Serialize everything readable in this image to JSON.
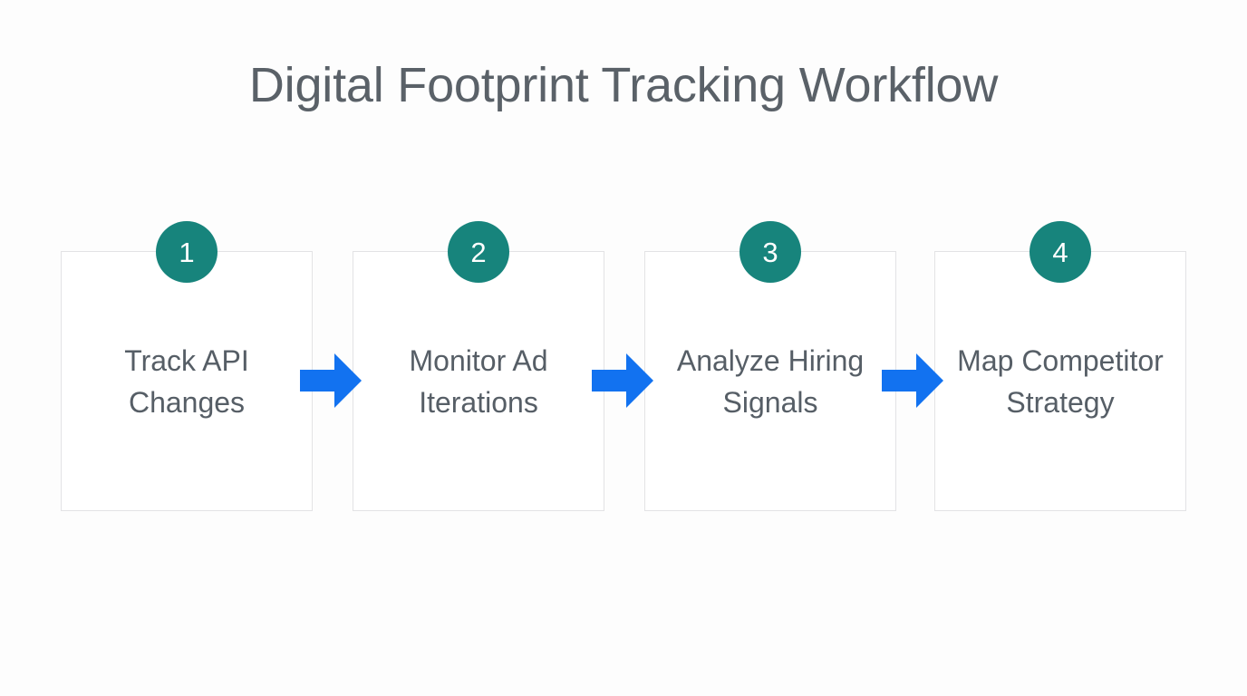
{
  "document": {
    "title": "Digital Footprint Tracking Workflow",
    "background_color": "#fdfdfd",
    "title_color": "#5a6168"
  },
  "theme": {
    "badge_color": "#17847c",
    "badge_text_color": "#ffffff",
    "arrow_color": "#1272f0",
    "card_border_color": "#e3e3e5",
    "card_background": "#ffffff",
    "label_color": "#565e66"
  },
  "workflow": {
    "type": "linear-process-flow",
    "step_count": 4,
    "steps": [
      {
        "number": "1",
        "label": "Track API Changes"
      },
      {
        "number": "2",
        "label": "Monitor Ad Iterations"
      },
      {
        "number": "3",
        "label": "Analyze Hiring Signals"
      },
      {
        "number": "4",
        "label": "Map Competitor Strategy"
      }
    ],
    "connectors": [
      {
        "from": "1",
        "to": "2",
        "icon": "arrow-right-icon"
      },
      {
        "from": "2",
        "to": "3",
        "icon": "arrow-right-icon"
      },
      {
        "from": "3",
        "to": "4",
        "icon": "arrow-right-icon"
      }
    ]
  }
}
